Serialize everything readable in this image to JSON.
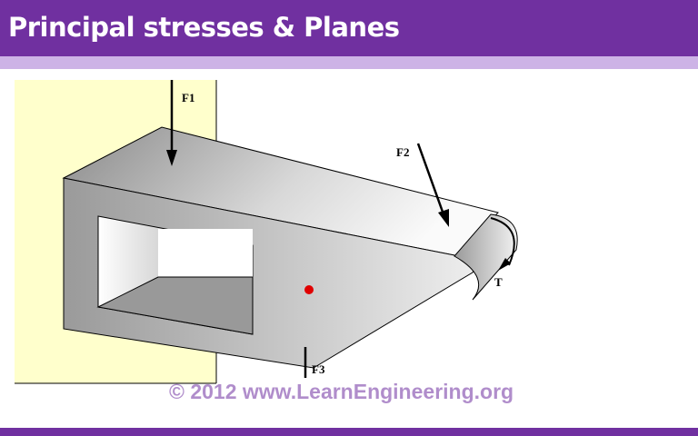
{
  "header": {
    "title": "Principal stresses & Planes"
  },
  "diagram": {
    "labels": {
      "f1": "F1",
      "f2": "F2",
      "f3": "F3",
      "t": "T"
    }
  },
  "watermark": "© 2012 www.LearnEngineering.org",
  "colors": {
    "header": "#7030a0",
    "band": "#cdb3e6",
    "wall": "#ffffcc",
    "point": "#e00000"
  }
}
